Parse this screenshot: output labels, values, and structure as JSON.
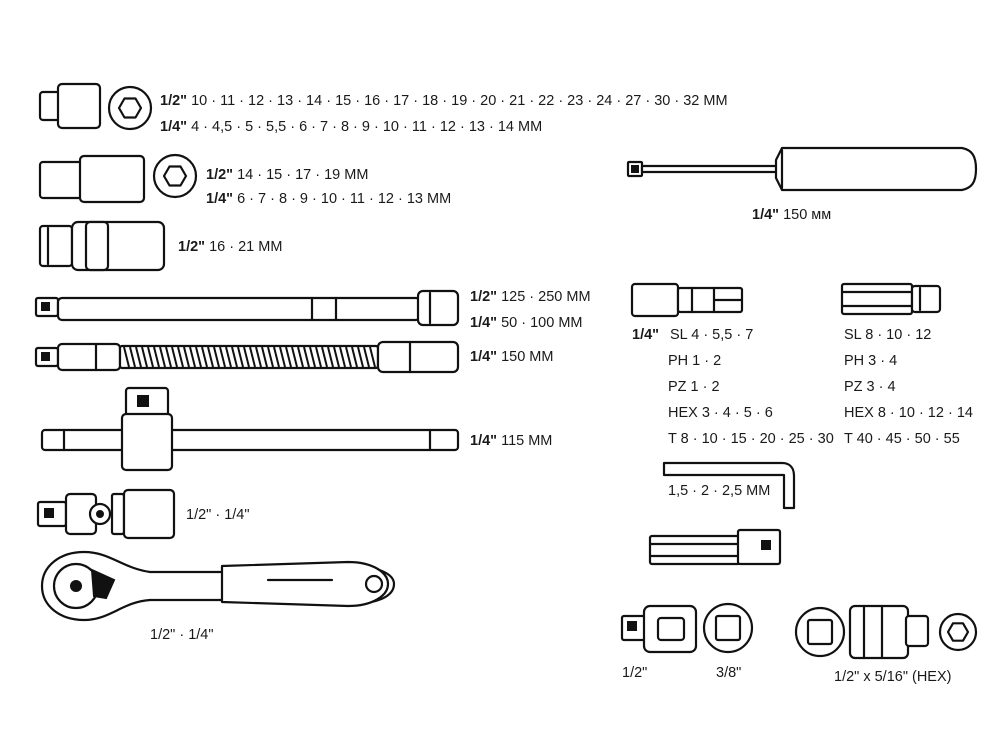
{
  "colors": {
    "line": "#111111",
    "background": "#ffffff",
    "text": "#1a1a1a"
  },
  "labels": {
    "sockets_a_half_size": "1/2\"",
    "sockets_a_half_values": "10 · 11 · 12 · 13 · 14 · 15 · 16 · 17 · 18 · 19 · 20 · 21 · 22 · 23 · 24 · 27 · 30 · 32 MM",
    "sockets_a_quarter_size": "1/4\"",
    "sockets_a_quarter_values": "4 · 4,5 · 5 · 5,5 · 6 · 7 · 8 · 9 · 10 · 11 · 12 · 13 · 14 MM",
    "sockets_b_half_size": "1/2\"",
    "sockets_b_half_values": "14 · 15 · 17 · 19 MM",
    "sockets_b_quarter_size": "1/4\"",
    "sockets_b_quarter_values": "6 · 7 · 8 · 9 · 10 · 11 · 12 · 13 MM",
    "spark_size": "1/2\"",
    "spark_values": "16 · 21 MM",
    "ext_half_size": "1/2\"",
    "ext_half_values": "125 · 250 MM",
    "ext_quarter_size": "1/4\"",
    "ext_quarter_values": "50 · 100 MM",
    "flex_size": "1/4\"",
    "flex_values": "150 MM",
    "tbar_size": "1/4\"",
    "tbar_values": "115 MM",
    "ujoint": "1/2\" · 1/4\"",
    "ratchet": "1/2\" · 1/4\"",
    "screwdriver_size": "1/4\"",
    "screwdriver_values": "150 мм",
    "bits_left": {
      "size": "1/4\"",
      "rows": [
        "SL 4 · 5,5 · 7",
        "PH 1 · 2",
        "PZ 1 · 2",
        "HEX 3 · 4 · 5 · 6",
        "T 8 · 10 · 15 · 20 · 25 · 30"
      ]
    },
    "bits_right": {
      "rows": [
        "SL 8 · 10 · 12",
        "PH 3 · 4",
        "PZ 3 · 4",
        "HEX 8 · 10 · 12 · 14",
        "T 40 · 45 · 50 · 55"
      ]
    },
    "hex_keys": "1,5 · 2 · 2,5 MM",
    "adapter_half": "1/2\"",
    "adapter_38": "3/8\"",
    "hex_adapter": "1/2\" x 5/16\" (HEX)"
  }
}
